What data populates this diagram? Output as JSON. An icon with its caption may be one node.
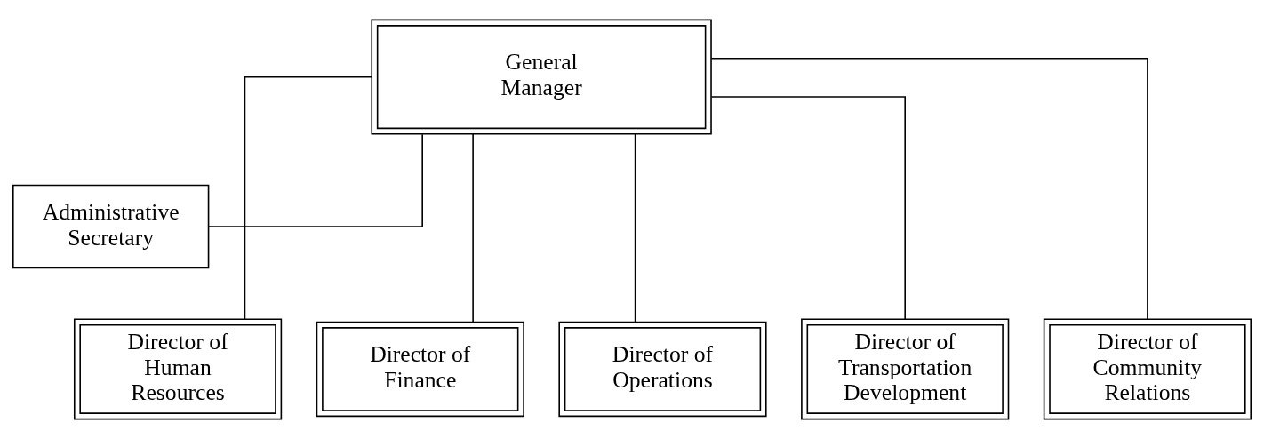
{
  "diagram": {
    "nodes": [
      {
        "text": [
          "General Manager"
        ]
      },
      {
        "text": [
          "Administrative Secretary"
        ]
      },
      {
        "text": [
          "Director of Human Resources"
        ]
      },
      {
        "text": [
          "Director of Finance"
        ]
      },
      {
        "text": [
          "Director of Operations"
        ]
      },
      {
        "text": [
          "Director of Transportation Development"
        ]
      },
      {
        "text": [
          "Director of Community Relations"
        ]
      }
    ],
    "edges": [
      {
        "from": 0,
        "to": 1,
        "arrow": "none"
      },
      {
        "from": 0,
        "to": 2,
        "arrow": "none"
      },
      {
        "from": 0,
        "to": 3,
        "arrow": "none"
      },
      {
        "from": 0,
        "to": 4,
        "arrow": "none"
      },
      {
        "from": 0,
        "to": 5,
        "arrow": "none"
      },
      {
        "from": 0,
        "to": 6,
        "arrow": "none"
      }
    ]
  }
}
